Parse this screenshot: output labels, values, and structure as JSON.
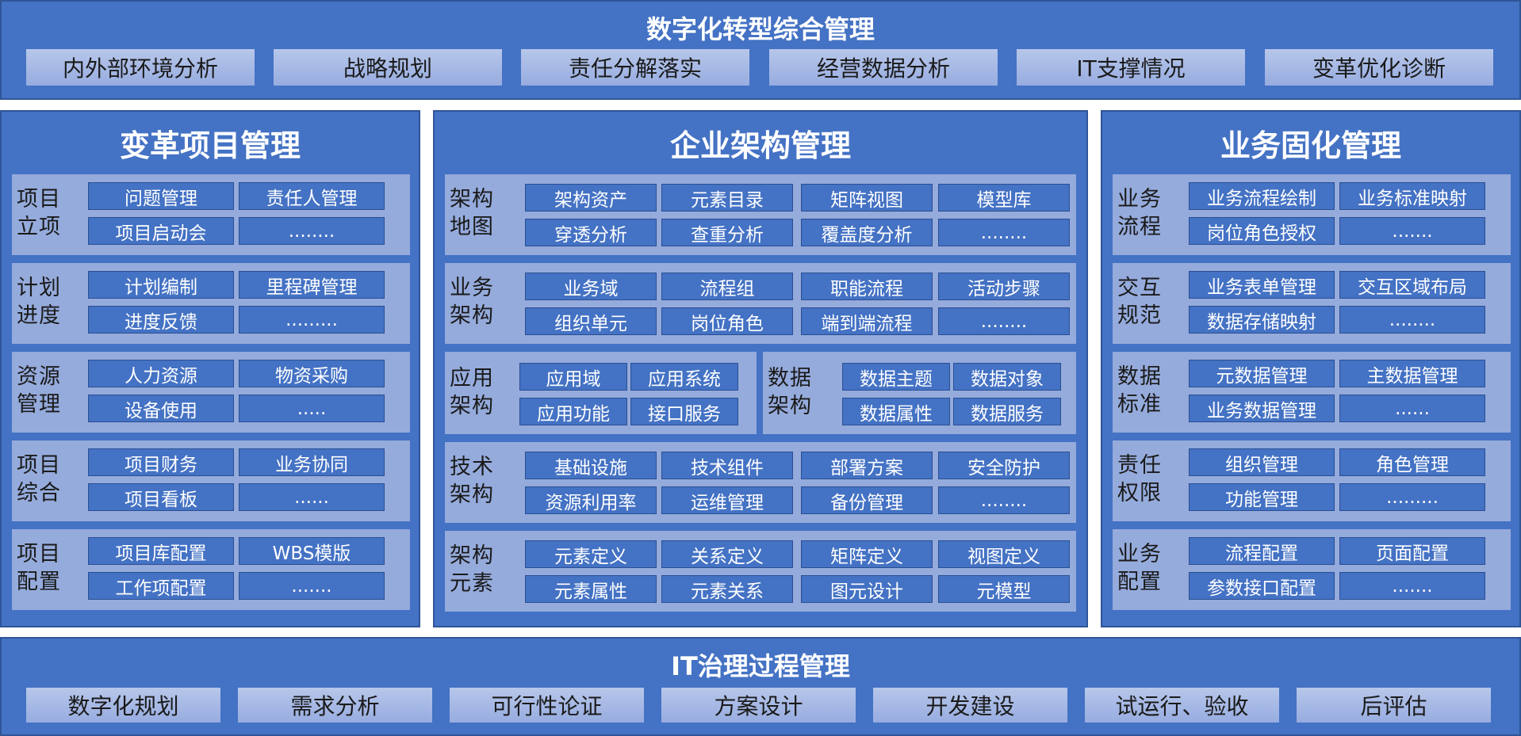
{
  "top": {
    "title": "数字化转型综合管理",
    "items": [
      "内外部环境分析",
      "战略规划",
      "责任分解落实",
      "经营数据分析",
      "IT支撑情况",
      "变革优化诊断"
    ]
  },
  "bottom": {
    "title": "IT治理过程管理",
    "items": [
      "数字化规划",
      "需求分析",
      "可行性论证",
      "方案设计",
      "开发建设",
      "试运行、验收",
      "后评估"
    ]
  },
  "left": {
    "title": "变革项目管理",
    "groups": [
      {
        "label": "项目\n立项",
        "items": [
          "问题管理",
          "责任人管理",
          "项目启动会",
          "........"
        ]
      },
      {
        "label": "计划\n进度",
        "items": [
          "计划编制",
          "里程碑管理",
          "进度反馈",
          "........."
        ]
      },
      {
        "label": "资源\n管理",
        "items": [
          "人力资源",
          "物资采购",
          "设备使用",
          "....."
        ]
      },
      {
        "label": "项目\n综合",
        "items": [
          "项目财务",
          "业务协同",
          "项目看板",
          "......"
        ]
      },
      {
        "label": "项目\n配置",
        "items": [
          "项目库配置",
          "WBS模版",
          "工作项配置",
          "......."
        ]
      }
    ]
  },
  "middle": {
    "title": "企业架构管理",
    "groups": [
      {
        "label": "架构\n地图",
        "items": [
          "架构资产",
          "元素目录",
          "矩阵视图",
          "模型库",
          "穿透分析",
          "查重分析",
          "覆盖度分析",
          "........"
        ]
      },
      {
        "label": "业务\n架构",
        "items": [
          "业务域",
          "流程组",
          "职能流程",
          "活动步骤",
          "组织单元",
          "岗位角色",
          "端到端流程",
          "........"
        ]
      },
      {
        "label": "应用\n架构",
        "items": [
          "应用域",
          "应用系统",
          "应用功能",
          "接口服务"
        ]
      },
      {
        "label": "数据\n架构",
        "items": [
          "数据主题",
          "数据对象",
          "数据属性",
          "数据服务"
        ]
      },
      {
        "label": "技术\n架构",
        "items": [
          "基础设施",
          "技术组件",
          "部署方案",
          "安全防护",
          "资源利用率",
          "运维管理",
          "备份管理",
          "........"
        ]
      },
      {
        "label": "架构\n元素",
        "items": [
          "元素定义",
          "关系定义",
          "矩阵定义",
          "视图定义",
          "元素属性",
          "元素关系",
          "图元设计",
          "元模型"
        ]
      }
    ]
  },
  "right": {
    "title": "业务固化管理",
    "groups": [
      {
        "label": "业务\n流程",
        "items": [
          "业务流程绘制",
          "业务标准映射",
          "岗位角色授权",
          "......."
        ]
      },
      {
        "label": "交互\n规范",
        "items": [
          "业务表单管理",
          "交互区域布局",
          "数据存储映射",
          "........"
        ]
      },
      {
        "label": "数据\n标准",
        "items": [
          "元数据管理",
          "主数据管理",
          "业务数据管理",
          "......"
        ]
      },
      {
        "label": "责任\n权限",
        "items": [
          "组织管理",
          "角色管理",
          "功能管理",
          "........."
        ]
      },
      {
        "label": "业务\n配置",
        "items": [
          "流程配置",
          "页面配置",
          "参数接口配置",
          "......."
        ]
      }
    ]
  },
  "colors": {
    "panel": "#4472c4",
    "panel_border": "#2f5597",
    "group": "#95abdc",
    "strip_button": "#a8bbe6",
    "text_dark": "#1a1a1a",
    "text_light": "#ffffff"
  }
}
